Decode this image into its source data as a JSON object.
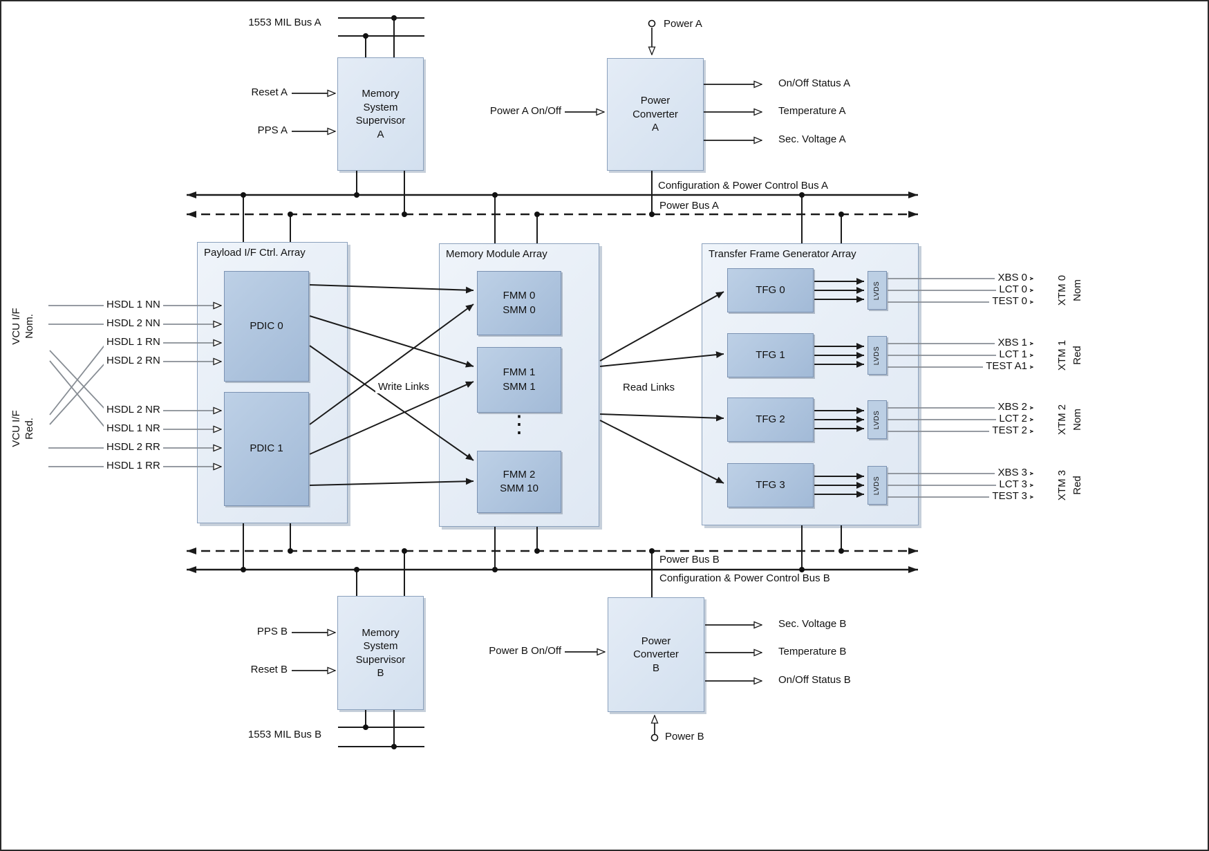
{
  "colors": {
    "block_fill": "#d8e3f0",
    "inner_block_fill": "#a9c0da",
    "container_fill": "#e7eef6",
    "block_border": "#8aa0bc",
    "line": "#1a1a1a",
    "line_gray": "#878d94",
    "shadow": "#c6cfda"
  },
  "top": {
    "bus_1553_a": "1553 MIL Bus A",
    "reset_a": "Reset A",
    "pps_a": "PPS A",
    "mss_a": "Memory\nSystem\nSupervisor\nA",
    "power_a": "Power A",
    "power_a_on_off": "Power A On/Off",
    "power_converter_a": "Power\nConverter\nA",
    "on_off_status_a": "On/Off Status A",
    "temperature_a": "Temperature A",
    "sec_voltage_a": "Sec. Voltage A",
    "config_power_bus_a": "Configuration & Power Control Bus A",
    "power_bus_a": "Power Bus A"
  },
  "left": {
    "vcu_nom": "VCU I/F\nNom.",
    "vcu_red": "VCU I/F\nRed.",
    "hsdl": [
      "HSDL 1 NN",
      "HSDL 2 NN",
      "HSDL 1 RN",
      "HSDL 2 RN",
      "HSDL 2 NR",
      "HSDL 1 NR",
      "HSDL 2 RR",
      "HSDL 1 RR"
    ]
  },
  "payload_array": {
    "title": "Payload I/F Ctrl. Array",
    "pdic0": "PDIC 0",
    "pdic1": "PDIC 1"
  },
  "memory_array": {
    "title": "Memory Module Array",
    "fmm0": "FMM 0\nSMM 0",
    "fmm1": "FMM 1\nSMM 1",
    "ellipsis": "⋮",
    "fmm2": "FMM 2\nSMM 10"
  },
  "links": {
    "write": "Write Links",
    "read": "Read Links"
  },
  "tfg_array": {
    "title": "Transfer Frame Generator Array",
    "lvds": "LVDS",
    "groups": [
      {
        "tfg": "TFG 0",
        "outs": [
          "XBS 0",
          "LCT 0",
          "TEST 0"
        ],
        "xtm": "XTM 0",
        "chain": "Nom"
      },
      {
        "tfg": "TFG 1",
        "outs": [
          "XBS 1",
          "LCT 1",
          "TEST A1"
        ],
        "xtm": "XTM 1",
        "chain": "Red"
      },
      {
        "tfg": "TFG 2",
        "outs": [
          "XBS 2",
          "LCT 2",
          "TEST 2"
        ],
        "xtm": "XTM 2",
        "chain": "Nom"
      },
      {
        "tfg": "TFG 3",
        "outs": [
          "XBS 3",
          "LCT 3",
          "TEST 3"
        ],
        "xtm": "XTM 3",
        "chain": "Red"
      }
    ]
  },
  "bottom": {
    "power_bus_b": "Power Bus B",
    "config_power_bus_b": "Configuration  & Power Control Bus B",
    "pps_b": "PPS B",
    "reset_b": "Reset B",
    "mss_b": "Memory\nSystem\nSupervisor\nB",
    "bus_1553_b": "1553 MIL Bus B",
    "power_b_on_off": "Power B On/Off",
    "power_converter_b": "Power\nConverter\nB",
    "sec_voltage_b": "Sec. Voltage B",
    "temperature_b": "Temperature B",
    "on_off_status_b": "On/Off Status B",
    "power_b": "Power B"
  }
}
